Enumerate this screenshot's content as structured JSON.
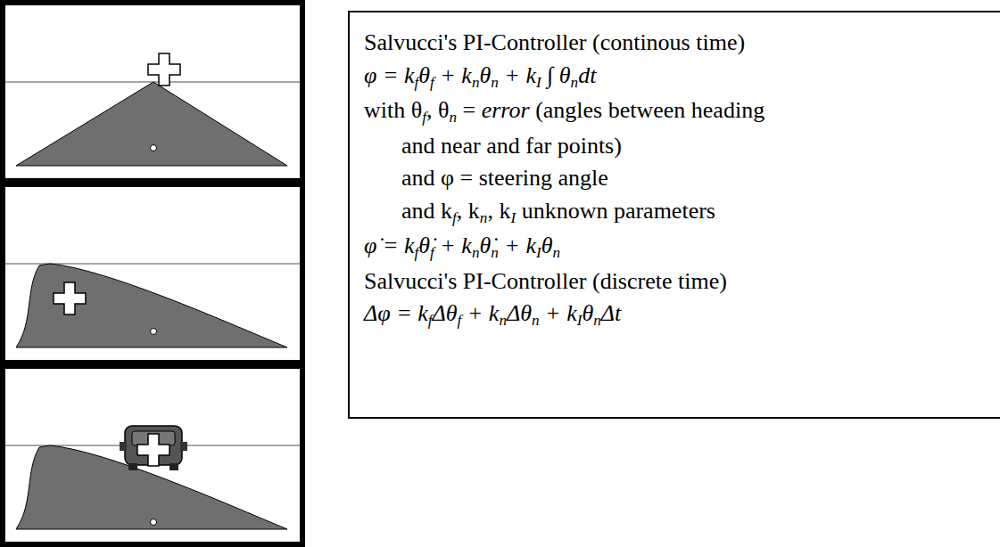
{
  "diagram": {
    "nodes": [
      {
        "text": [
          "Salvucci's PI-Controller (continous time)",
          "φ = k",
          "f",
          "θ",
          "f",
          " + k",
          "n",
          "θ",
          "n",
          " + k",
          "I",
          " ∫ θ",
          "n",
          "dt",
          "with θ",
          "f",
          ", θ",
          "n",
          " = ",
          "error",
          " (angles between heading",
          "and near and far points)",
          "and φ = steering angle",
          "and k",
          "f",
          ", k",
          "n",
          ", k",
          "I",
          " unknown parameters",
          "φ̇ = k",
          "f",
          "θ̇",
          "f",
          " + k",
          "n",
          "θ̇",
          "n",
          " + k",
          "I",
          "θ",
          "n",
          "Salvucci's PI-Controller (discrete time)",
          "Δφ = k",
          "f",
          "Δθ",
          "f",
          " + k",
          "n",
          "Δθ",
          "n",
          " + k",
          "I",
          "θ",
          "n",
          "Δt"
        ]
      }
    ]
  }
}
